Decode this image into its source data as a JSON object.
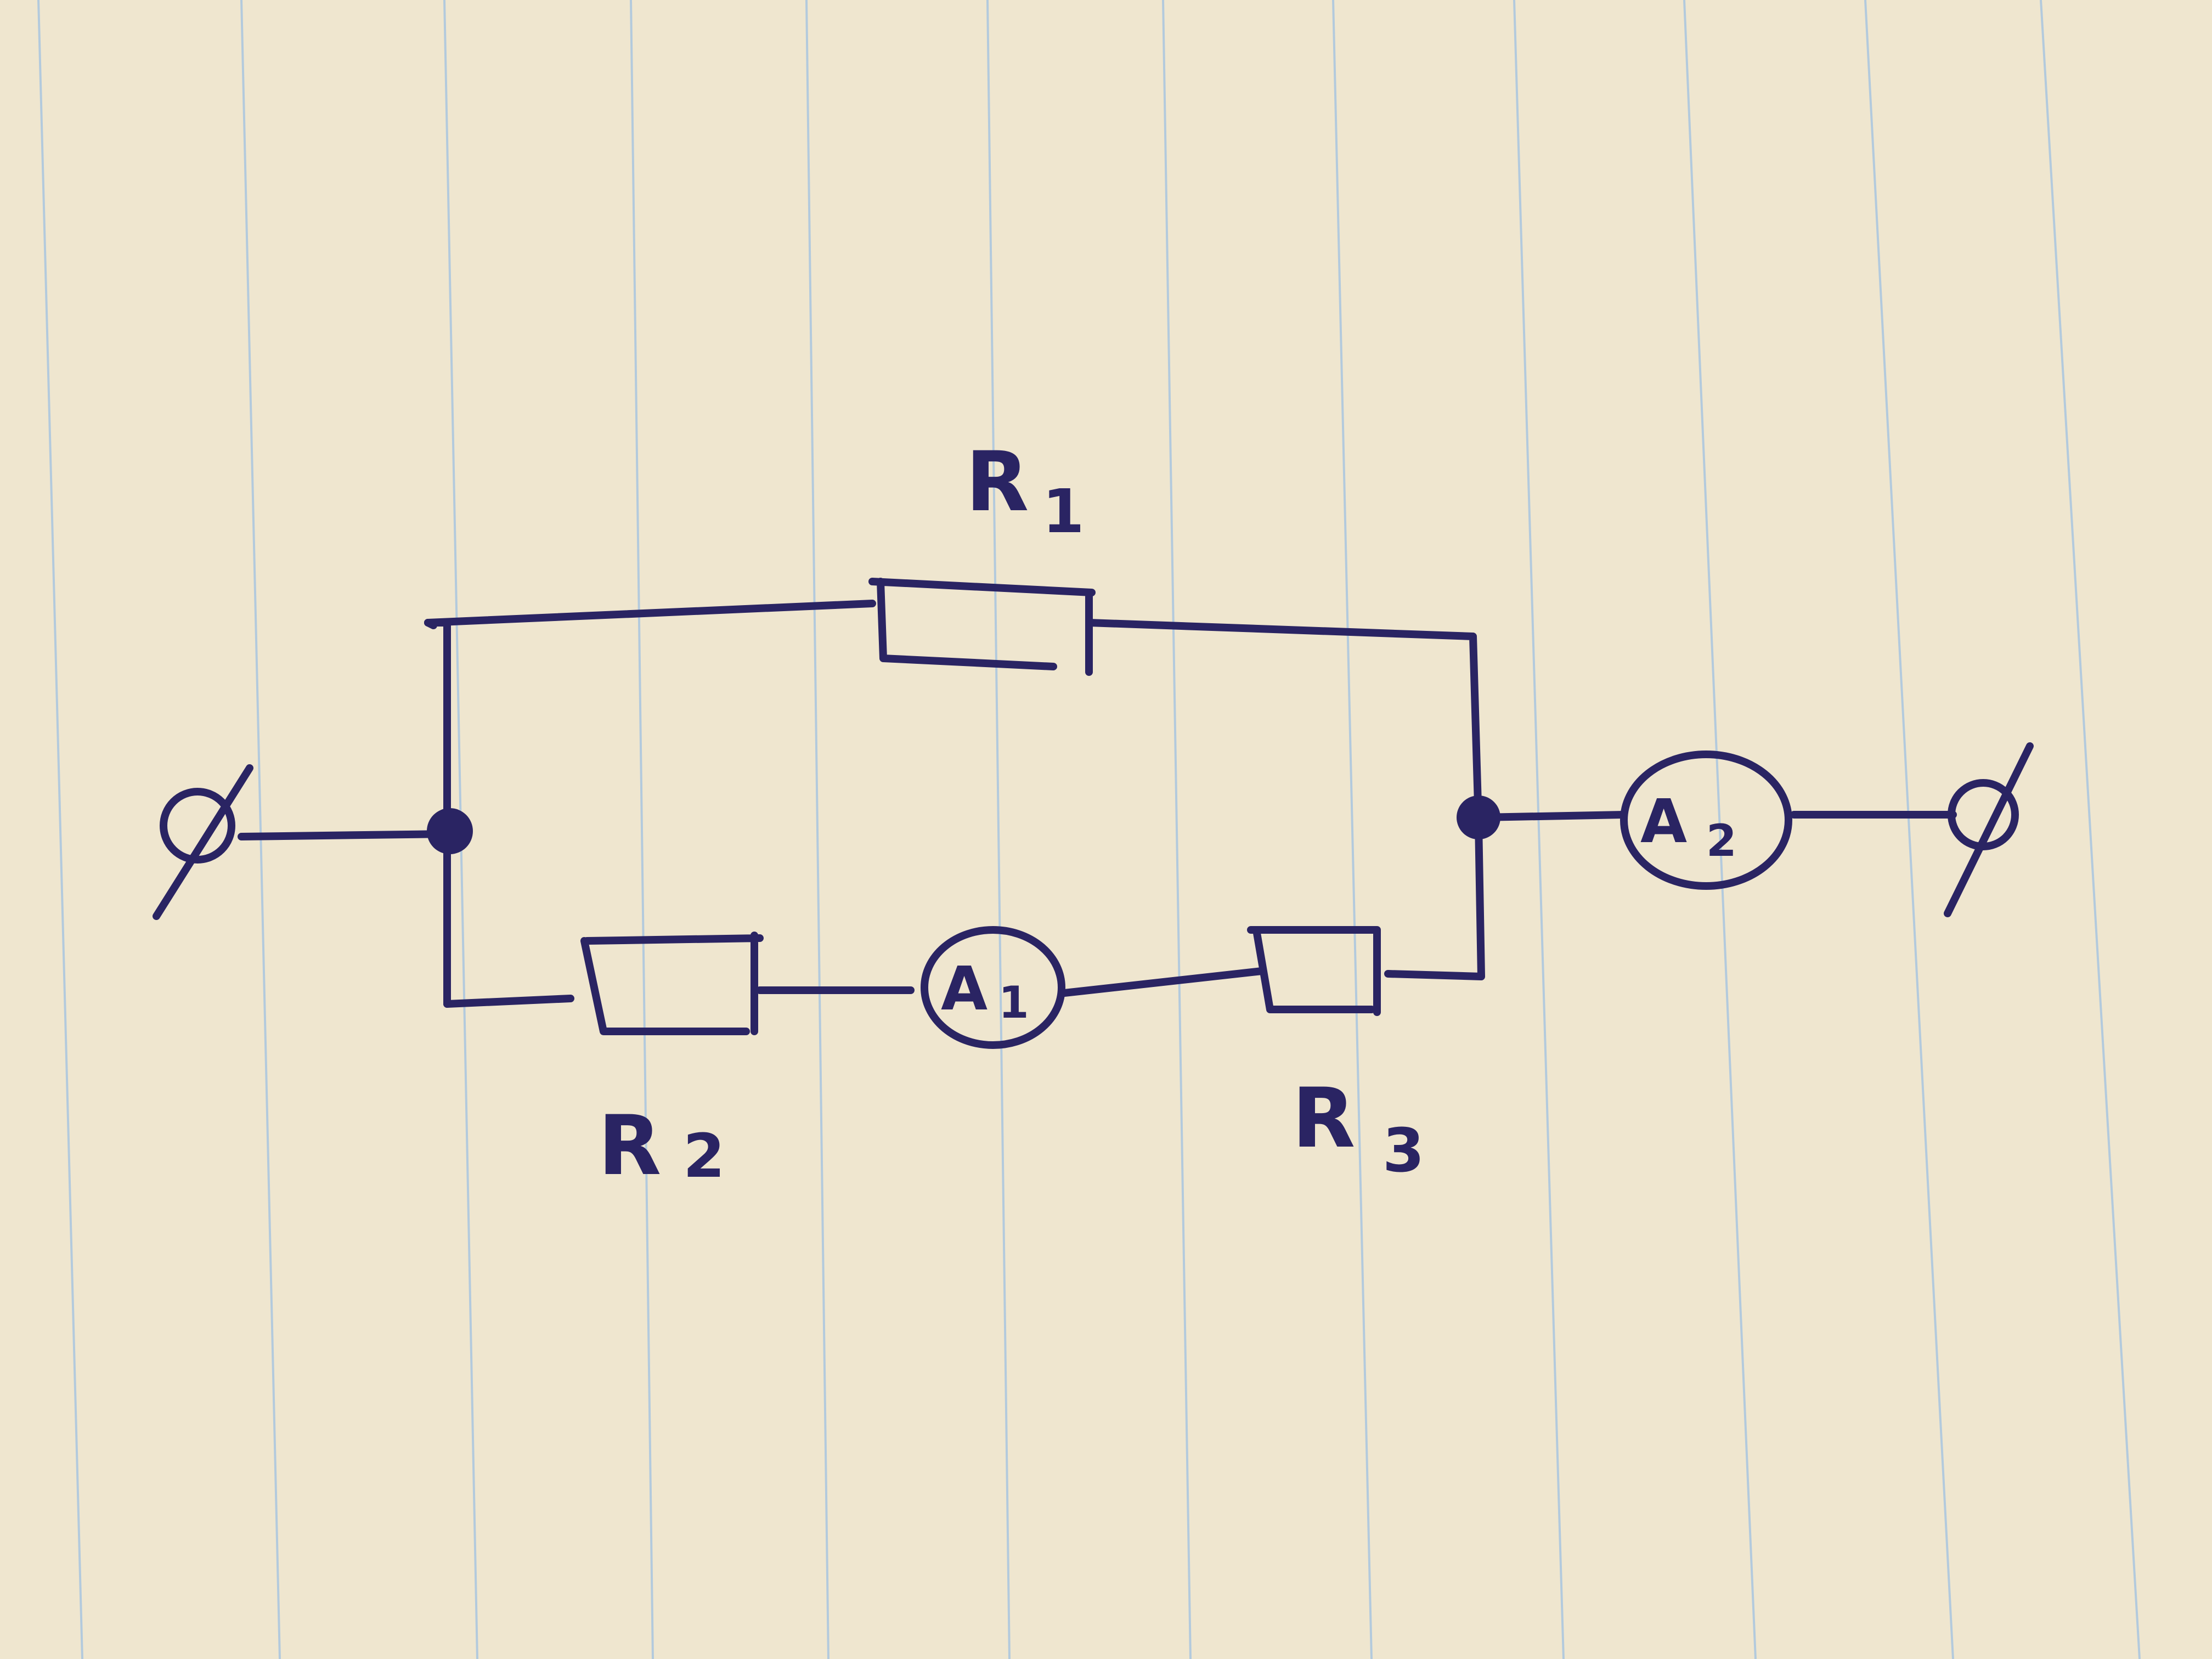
{
  "components": {
    "resistors": [
      {
        "id": "r1",
        "letter": "R",
        "subscript": "1"
      },
      {
        "id": "r2",
        "letter": "R",
        "subscript": "2"
      },
      {
        "id": "r3",
        "letter": "R",
        "subscript": "3"
      }
    ],
    "ammeters": [
      {
        "id": "a1",
        "letter": "A",
        "subscript": "1"
      },
      {
        "id": "a2",
        "letter": "A",
        "subscript": "2"
      }
    ]
  },
  "colors": {
    "paper": "#efe6cf",
    "ink": "#2a2463",
    "ruled_line": "#a9c6e0"
  }
}
